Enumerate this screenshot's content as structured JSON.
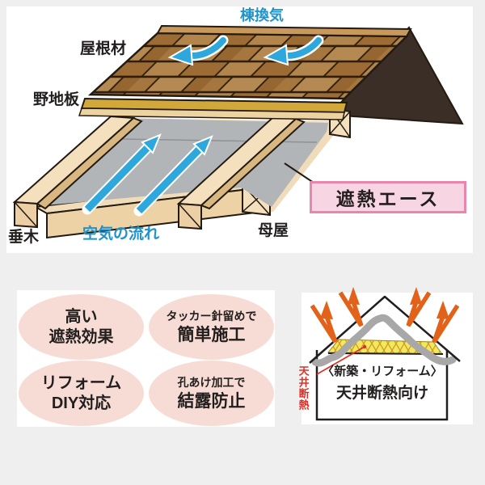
{
  "top_diagram": {
    "labels": {
      "ridge_vent": "棟換気",
      "roof_material": "屋根材",
      "sheathing": "野地板",
      "rafter": "垂木",
      "air_flow": "空気の流れ",
      "purlin": "母屋",
      "product": "遮熱エース"
    },
    "colors": {
      "air_blue": "#2ea7dc",
      "product_box_bg": "#f8d5e3",
      "product_box_border": "#ea86ae",
      "shingle_brown": "#aa7b41",
      "wood_tan": "#f4e0bd",
      "sheet_gray": "#b2b5b7",
      "gable_dark": "#3a2e26"
    }
  },
  "features": {
    "bubble_color": "#f7dcd5",
    "items": [
      {
        "line1": "高い",
        "line2": "遮熱効果"
      },
      {
        "line1": "タッカー針留めで",
        "line2": "簡単施工"
      },
      {
        "line1": "リフォーム",
        "line2": "DIY対応"
      },
      {
        "line1": "孔あけ加工で",
        "line2": "結露防止"
      }
    ]
  },
  "house_diagram": {
    "ceiling_insulation_label": "天井断熱",
    "caption_line1": "〈新築・リフォーム〉",
    "caption_line2": "天井断熱向け",
    "colors": {
      "heat_arrow_orange": "#e2621a",
      "label_red": "#dd3027",
      "insulation_yellow": "#f1e85c",
      "sheet_gray": "#a8a8a8"
    }
  }
}
